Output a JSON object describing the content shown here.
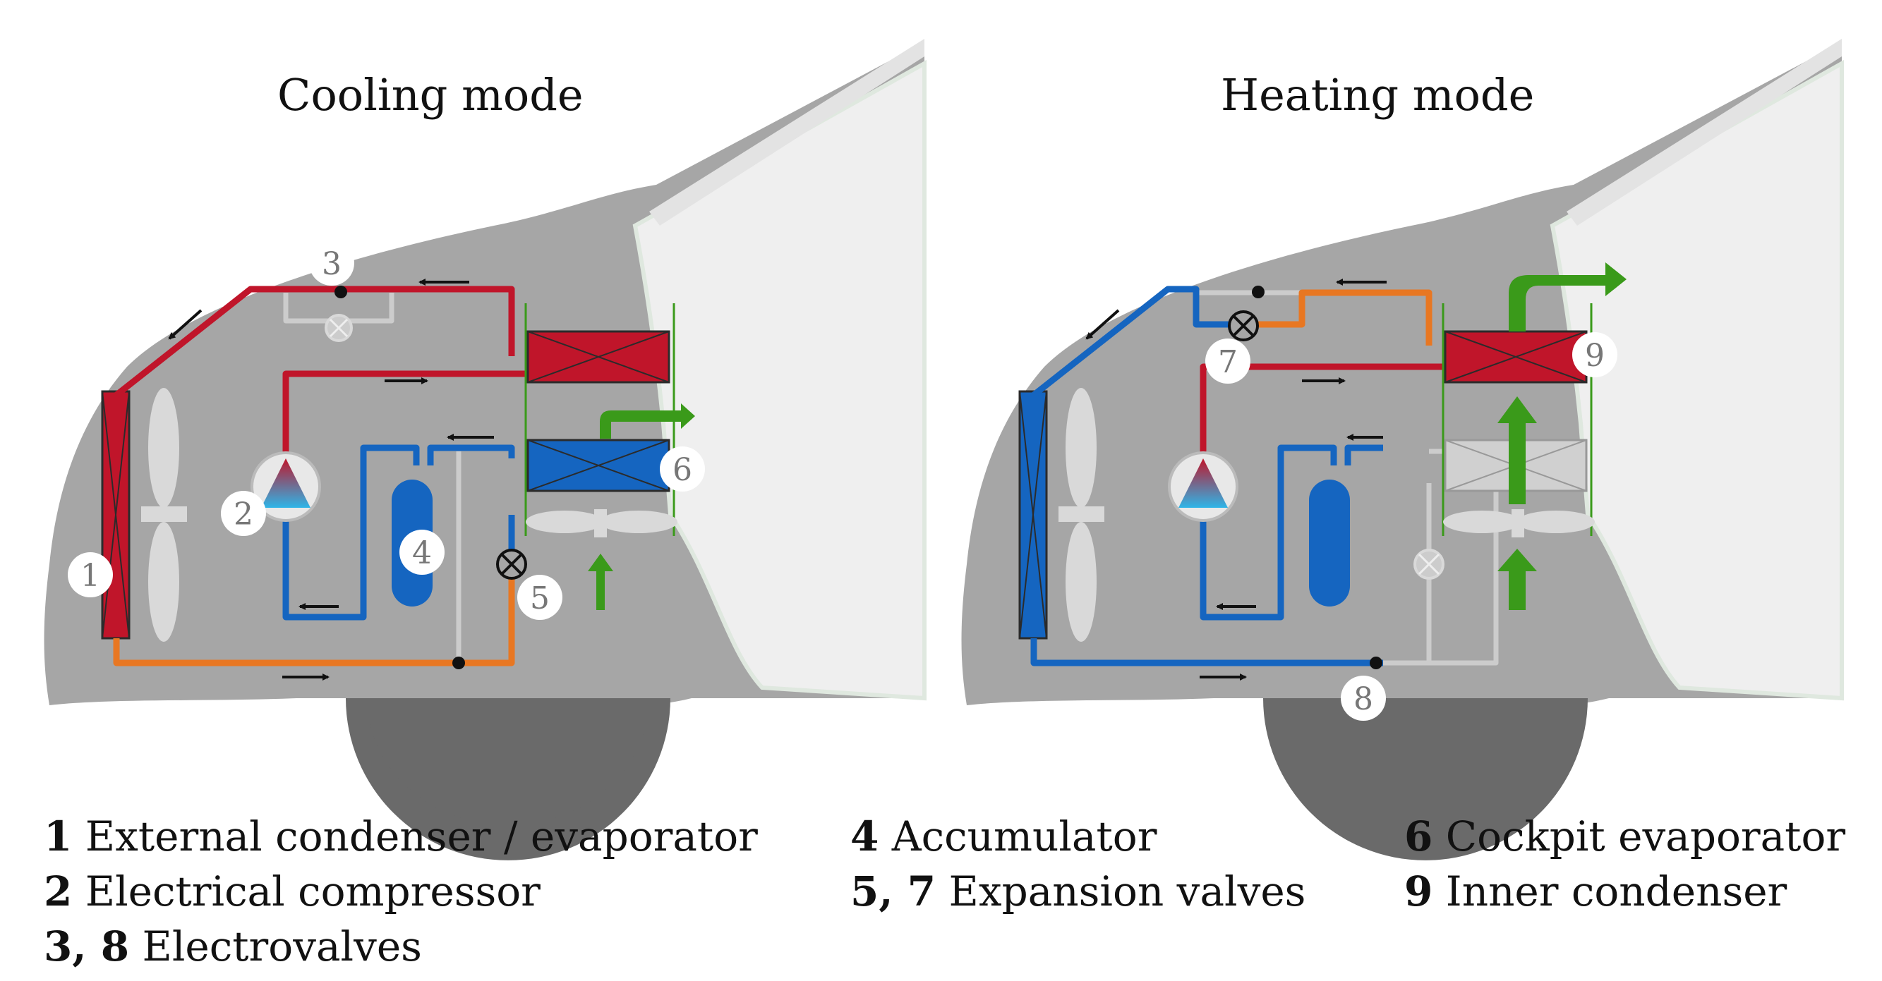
{
  "panels": [
    {
      "title": "Cooling mode"
    },
    {
      "title": "Heating mode"
    }
  ],
  "component_numbers": {
    "cooling": [
      "1",
      "2",
      "3",
      "4",
      "5",
      "6"
    ],
    "heating": [
      "7",
      "8",
      "9"
    ]
  },
  "legend": [
    {
      "num": "1",
      "text": "External condenser / evaporator"
    },
    {
      "num": "2",
      "text": "Electrical compressor"
    },
    {
      "num": "3, 8",
      "text": "Electrovalves"
    },
    {
      "num": "4",
      "text": "Accumulator"
    },
    {
      "num": "5, 7",
      "text": "Expansion valves"
    },
    {
      "num": "6",
      "text": "Cockpit evaporator"
    },
    {
      "num": "9",
      "text": "Inner condenser"
    }
  ],
  "colors": {
    "car_body": "#a6a6a6",
    "windshield": "#efefef",
    "wheel": "#6a6a6a",
    "hot_pipe": "#c0152a",
    "cold_pipe": "#1565c0",
    "mid_pipe": "#e87722",
    "inactive_pipe": "#cccccc",
    "air_flow": "#3a9a1a"
  }
}
